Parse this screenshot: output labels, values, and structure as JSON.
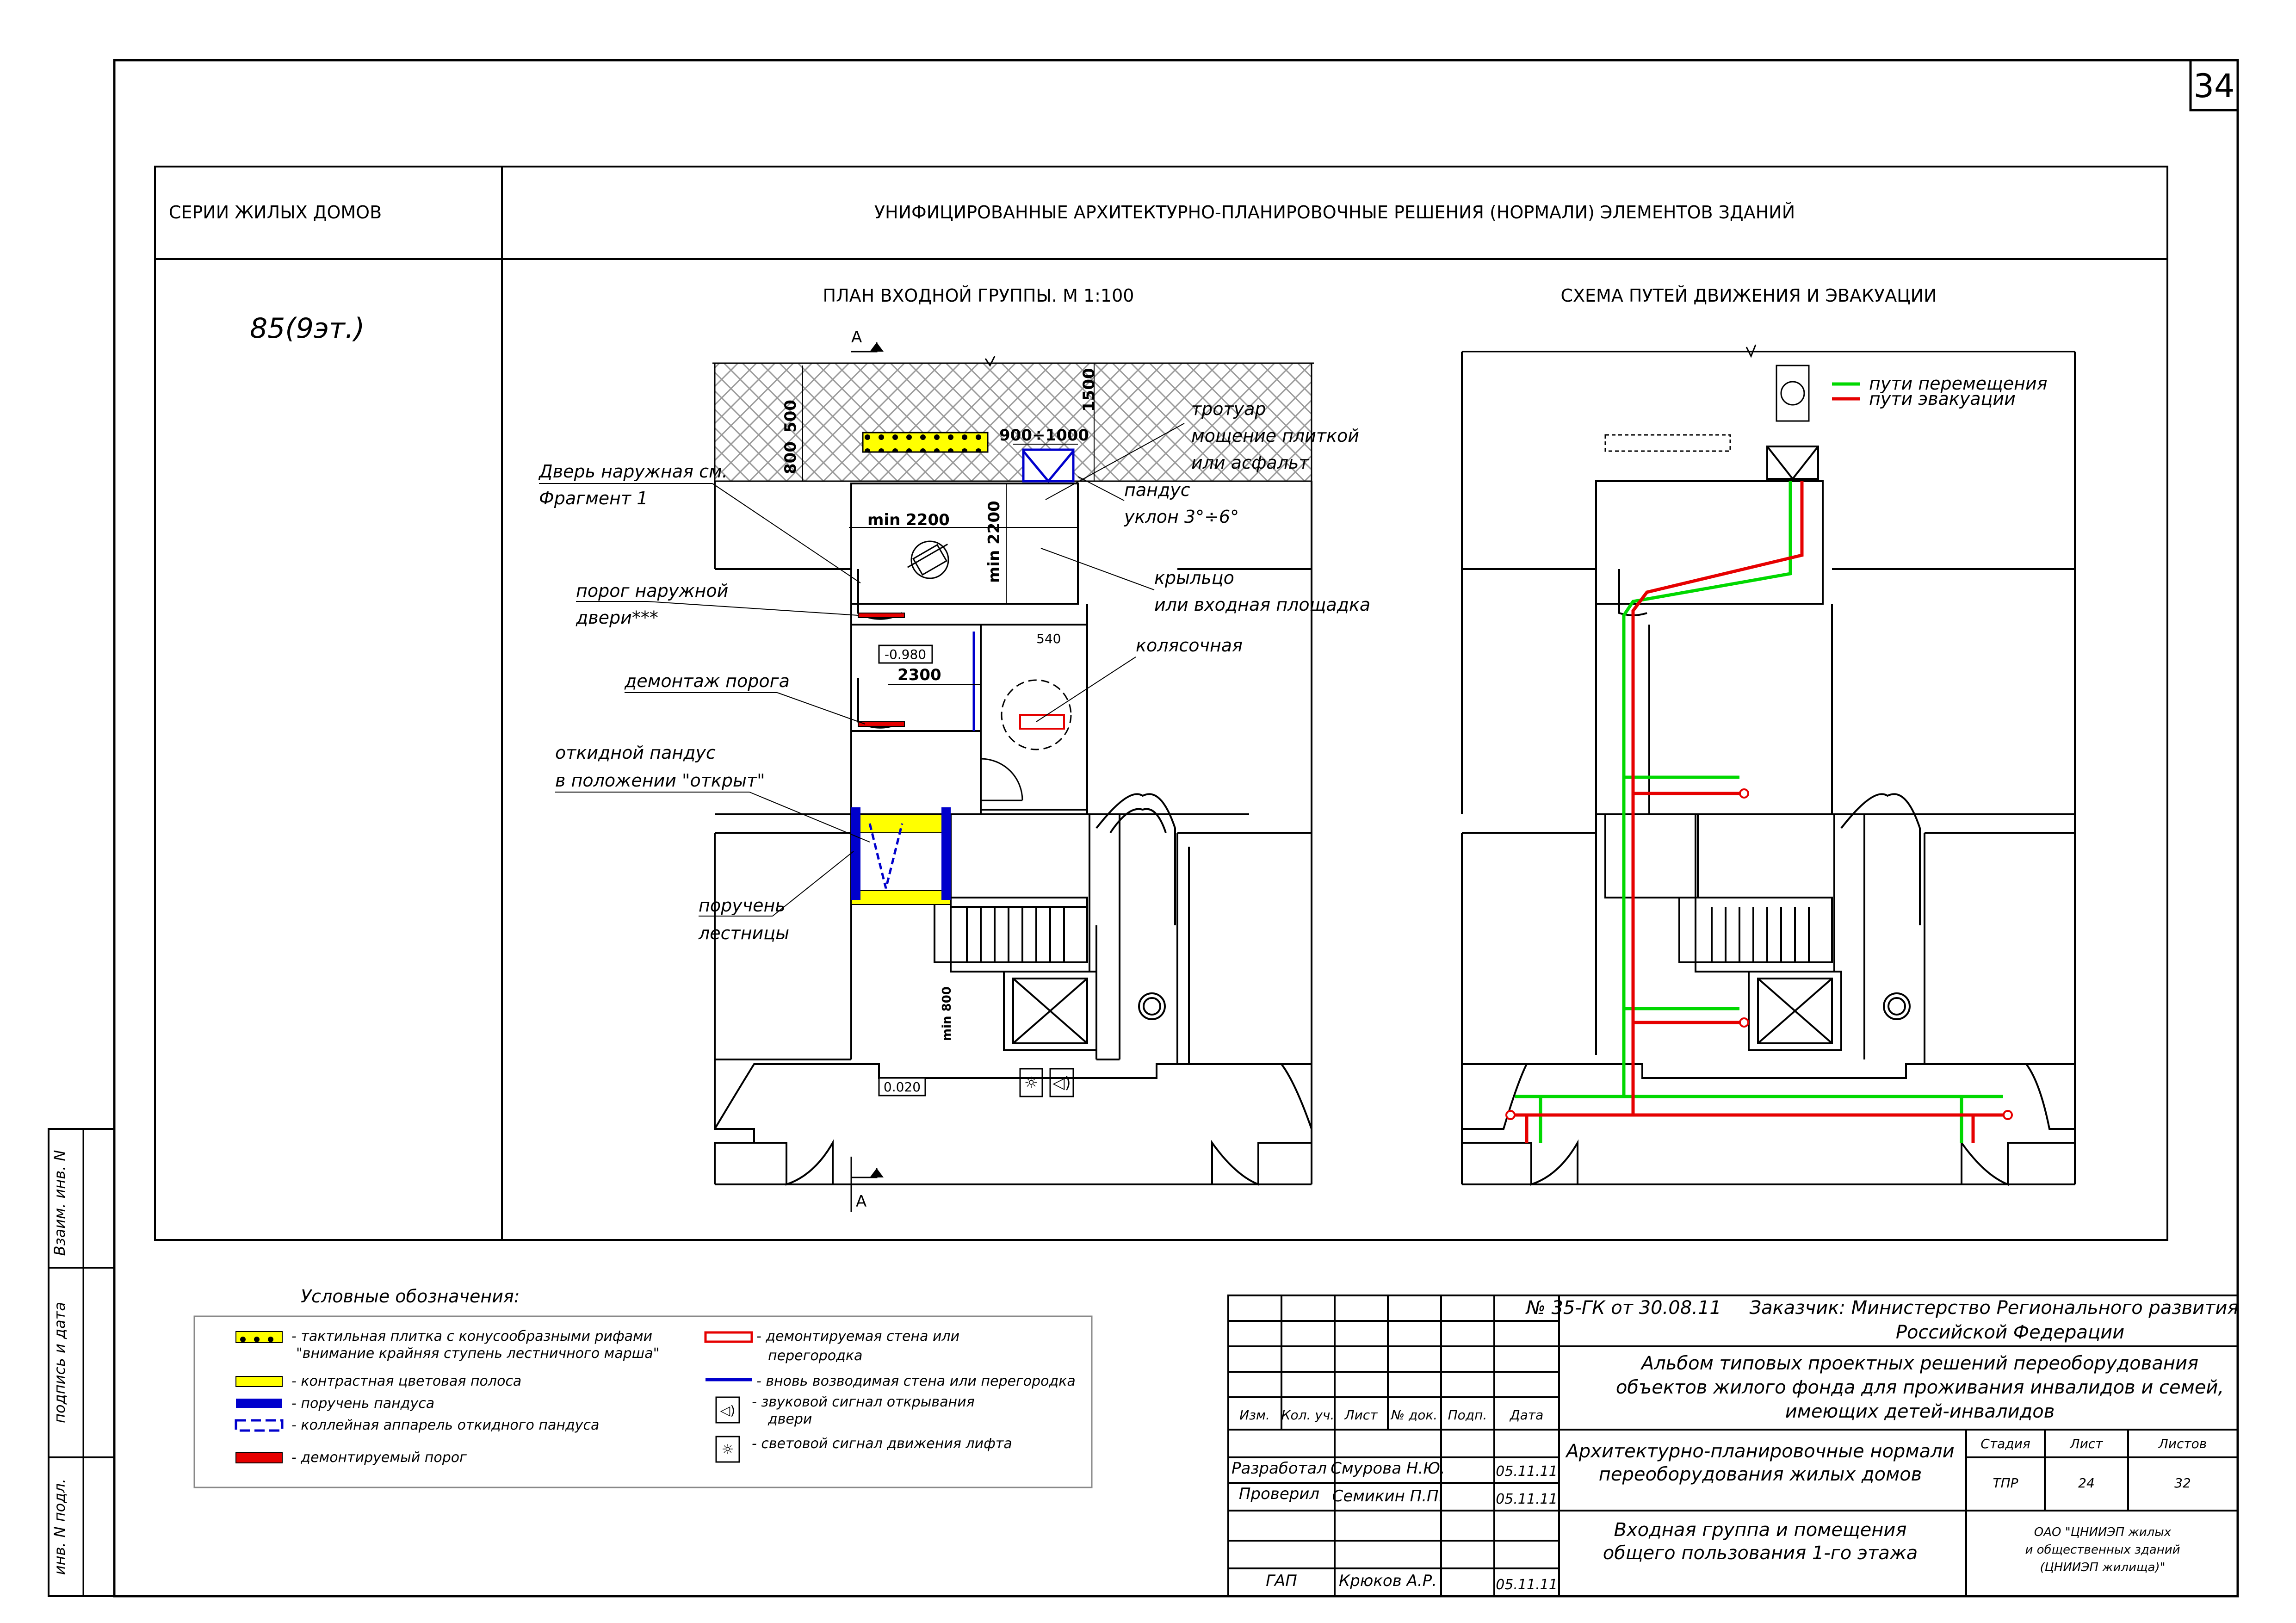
{
  "sheet_number": "34",
  "header": {
    "series_title": "СЕРИИ ЖИЛЫХ ДОМОВ",
    "main_title": "УНИФИЦИРОВАННЫЕ АРХИТЕКТУРНО-ПЛАНИРОВОЧНЫЕ РЕШЕНИЯ (НОРМАЛИ) ЭЛЕМЕНТОВ ЗДАНИЙ",
    "series_value": "85(9эт.)"
  },
  "plan": {
    "title": "ПЛАН ВХОДНОЙ ГРУППЫ. М 1:100",
    "section_mark": "А",
    "dims": {
      "d500": "500",
      "d800": "800",
      "d900_1000": "900÷1000",
      "d1500": "1500",
      "min2200_h": "min  2200",
      "min2200_v": "min  2200",
      "d540": "540",
      "d2300": "2300",
      "min800": "min 800"
    },
    "levels": {
      "level1": "-0.980",
      "level2": "0.020"
    },
    "labels": {
      "door_ref_1": "Дверь наружная см.",
      "door_ref_2": "Фрагмент 1",
      "threshold_1": "порог наружной",
      "threshold_2": "двери***",
      "dismantle": "демонтаж порога",
      "ramp_open_1": "откидной пандус",
      "ramp_open_2": "в положении \"открыт\"",
      "handrail_1": "поручень",
      "handrail_2": "лестницы",
      "sidewalk_1": "тротуар",
      "sidewalk_2": "мощение плиткой",
      "sidewalk_3": "или асфальт",
      "ramp_1": "пандус",
      "ramp_2": "уклон 3°÷6°",
      "porch_1": "крыльцо",
      "porch_2": "или входная площадка",
      "stroller": "колясочная"
    }
  },
  "scheme": {
    "title": "СХЕМА ПУТЕЙ ДВИЖЕНИЯ И ЭВАКУАЦИИ",
    "legend": {
      "movement": "пути перемещения",
      "evacuation": "пути эвакуации"
    }
  },
  "colors": {
    "yellow": "#ffff00",
    "red": "#e60000",
    "blue": "#0000cc",
    "green": "#00d800",
    "grey_hatch": "#b0b0b0"
  },
  "legend": {
    "title": "Условные обозначения:",
    "items": [
      {
        "line1": "- тактильная плитка с конусообразными рифами",
        "line2": "\"внимание крайняя ступень лестничного марша\""
      },
      {
        "line1": "- контрастная цветовая полоса"
      },
      {
        "line1": "- поручень пандуса"
      },
      {
        "line1": "- коллейная аппарель откидного пандуса"
      },
      {
        "line1": "- демонтируемый порог"
      },
      {
        "line1": "- демонтируемая стена или",
        "line2": "перегородка"
      },
      {
        "line1": "- вновь возводимая стена или перегородка"
      },
      {
        "line1": "- звуковой сигнал открывания",
        "line2": "двери"
      },
      {
        "line1": "- световой сигнал движения лифта"
      }
    ]
  },
  "side_stamp": {
    "field1": "Взаим. инв. N",
    "field2": "подпись и дата",
    "field3": "инв. N подл."
  },
  "title_block": {
    "contract": "№ 35-ГК от 30.08.11",
    "customer_1": "Заказчик: Министерство Регионального развития",
    "customer_2": "Российской Федерации",
    "album_1": "Альбом типовых проектных решений переоборудования",
    "album_2": "объектов жилого фонда для проживания инвалидов и семей,",
    "album_3": "имеющих детей-инвалидов",
    "section_1": "Архитектурно-планировочные нормали",
    "section_2": "переоборудования жилых домов",
    "sheet_title_1": "Входная группа и помещения",
    "sheet_title_2": "общего пользования 1-го этажа",
    "org_1": "ОАО \"ЦНИИЭП жилых",
    "org_2": "и общественных зданий",
    "org_3": "(ЦНИИЭП жилища)\"",
    "headers": {
      "izm": "Изм.",
      "kol": "Кол. уч.",
      "list": "Лист",
      "ndok": "№ док.",
      "podp": "Подп.",
      "data": "Дата",
      "stage": "Стадия",
      "sheet": "Лист",
      "sheets": "Листов"
    },
    "stage": "ТПР",
    "sheet": "24",
    "sheets": "32",
    "rows": [
      {
        "role": "Разработал",
        "name": "Смурова Н.Ю.",
        "date": "05.11.11"
      },
      {
        "role": "Проверил",
        "name": "Семикин П.П.",
        "date": "05.11.11"
      },
      {
        "role": "ГАП",
        "name": "Крюков А.Р.",
        "date": "05.11.11"
      }
    ]
  }
}
